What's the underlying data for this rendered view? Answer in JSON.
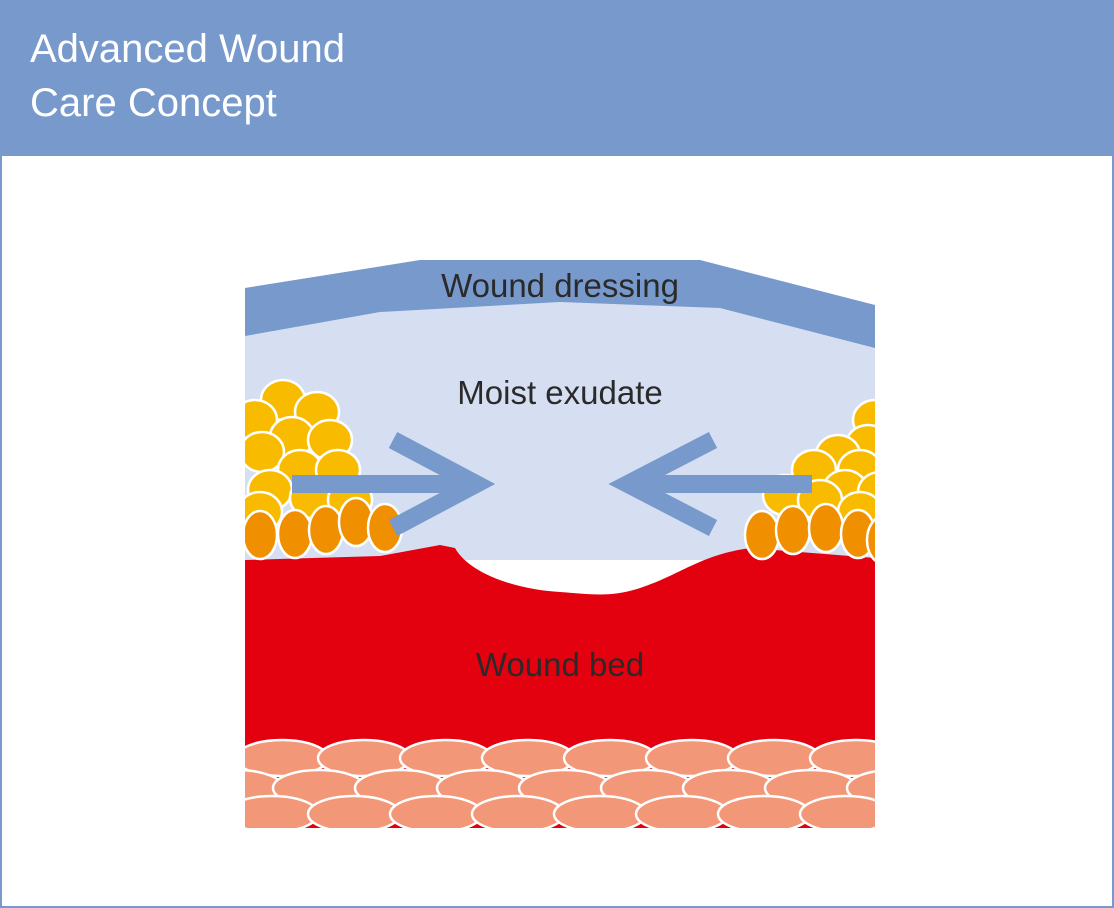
{
  "header": {
    "title_line1": "Advanced Wound",
    "title_line2": "Care Concept",
    "background": "#7799cc"
  },
  "diagram": {
    "labels": {
      "dressing": "Wound dressing",
      "exudate": "Moist exudate",
      "bed": "Wound bed"
    },
    "colors": {
      "dressing": "#7799cc",
      "exudate": "#d6dff2",
      "wound_bed": "#e3000f",
      "fat_cells": "#f8bb00",
      "epidermal_cells": "#f09000",
      "tissue_cells": "#f29878",
      "arrows": "#7799cc",
      "label_text": "#2a2a2a"
    }
  }
}
